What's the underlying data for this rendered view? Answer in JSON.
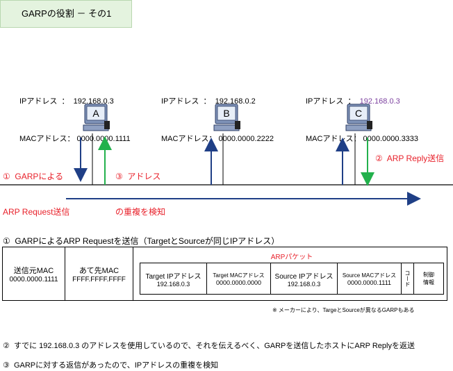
{
  "title": "GARPの役割 － その1",
  "hosts": [
    {
      "id": "A",
      "ip_label": "IPアドレス  ：",
      "ip_value": "192.168.0.3",
      "mac_label": "MACアドレス：",
      "mac_value": "0000.0000.1111"
    },
    {
      "id": "B",
      "ip_label": "IPアドレス  ：",
      "ip_value": "192.168.0.2",
      "mac_label": "MACアドレス：",
      "mac_value": "0000.0000.2222"
    },
    {
      "id": "C",
      "ip_label": "IPアドレス  ：",
      "ip_value": "192.168.0.3",
      "mac_label": "MACアドレス：",
      "mac_value": "0000.0000.3333"
    }
  ],
  "steps": {
    "step1_line1": "①  GARPによる",
    "step1_line2": "ARP Request送信",
    "step3_line1": "③  アドレス",
    "step3_line2": "の重複を検知",
    "step2": "②  ARP Reply送信"
  },
  "colors": {
    "arrow_blue": "#1f3f86",
    "arrow_green": "#22b14c",
    "text_red": "#e8202a",
    "text_purple": "#7b3f9e",
    "title_bg": "#e4f3df"
  },
  "packet": {
    "heading": "①  GARPによるARP Requestを送信（TargetとSourceが同じIPアドレス）",
    "src_mac_label": "送信元MAC",
    "src_mac_value": "0000.0000.1111",
    "dst_mac_label": "あて先MAC",
    "dst_mac_value": "FFFF.FFFF.FFFF",
    "arp_label": "ARPパケット",
    "fields": [
      {
        "label": "Target IPアドレス",
        "value": "192.168.0.3"
      },
      {
        "label": "Target MACアドレス",
        "value": "0000.0000.0000"
      },
      {
        "label": "Source IPアドレス",
        "value": "192.168.0.3"
      },
      {
        "label": "Source MACアドレス",
        "value": "0000.0000.1111"
      },
      {
        "label": "コード",
        "value": ""
      },
      {
        "label": "制御情報",
        "value": ""
      }
    ],
    "note": "※  メーカーにより、TargeとSourceが異なるGARPもある"
  },
  "descriptions": {
    "step2": "②  すでに 192.168.0.3 のアドレスを使用しているので、それを伝えるべく、GARPを送信したホストにARP Replyを返送",
    "step3": "③  GARPに対する返信があったので、IPアドレスの重複を検知"
  }
}
